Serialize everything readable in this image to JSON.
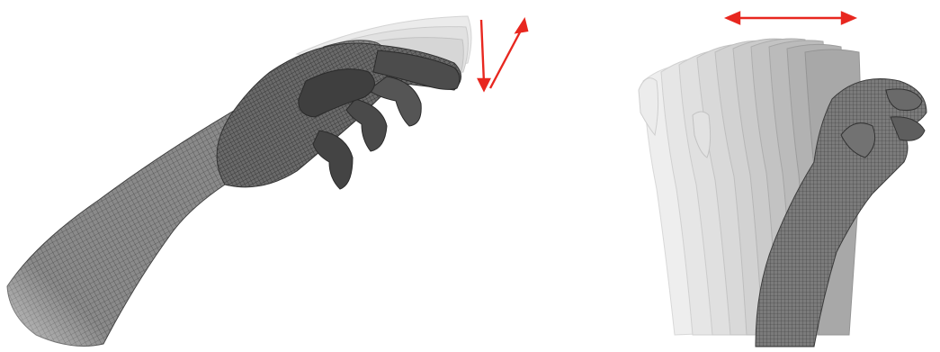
{
  "figure": {
    "panels": [
      {
        "id": "left",
        "subject": "hand-mesh-wrist-flexion",
        "motion": "vertical-flex",
        "ghost_count": 6
      },
      {
        "id": "right",
        "subject": "hand-mesh-lateral-sweep",
        "motion": "horizontal-sweep",
        "ghost_count": 12
      }
    ],
    "colors": {
      "arrow": "#e8271f",
      "mesh_dark": "#3a3a3a",
      "mesh_mid": "#6d6d6d",
      "mesh_light": "#c9c9c9",
      "background": "#ffffff"
    },
    "icons": {
      "left_arrows": "double-diagonal-arrow-icon",
      "right_arrow": "double-headed-horizontal-arrow-icon"
    }
  }
}
